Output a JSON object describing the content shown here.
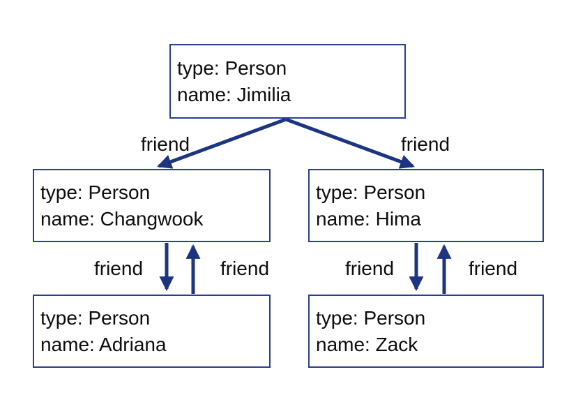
{
  "diagram": {
    "colors": {
      "background": "#ffffff",
      "node_border": "#2a3f8f",
      "edge": "#1d3580",
      "text": "#0d0d0d"
    },
    "nodes": [
      {
        "id": "jimilia",
        "lines": [
          "type: Person",
          "name: Jimilia"
        ]
      },
      {
        "id": "changwook",
        "lines": [
          "type: Person",
          "name: Changwook"
        ]
      },
      {
        "id": "hima",
        "lines": [
          "type: Person",
          "name: Hima"
        ]
      },
      {
        "id": "adriana",
        "lines": [
          "type: Person",
          "name: Adriana"
        ]
      },
      {
        "id": "zack",
        "lines": [
          "type: Person",
          "name: Zack"
        ]
      }
    ],
    "edges": [
      {
        "from": "Jimilia",
        "to": "Changwook",
        "label": "friend"
      },
      {
        "from": "Jimilia",
        "to": "Hima",
        "label": "friend"
      },
      {
        "from": "Changwook",
        "to": "Adriana",
        "label": "friend"
      },
      {
        "from": "Adriana",
        "to": "Changwook",
        "label": "friend"
      },
      {
        "from": "Hima",
        "to": "Zack",
        "label": "friend"
      },
      {
        "from": "Zack",
        "to": "Hima",
        "label": "friend"
      }
    ]
  }
}
